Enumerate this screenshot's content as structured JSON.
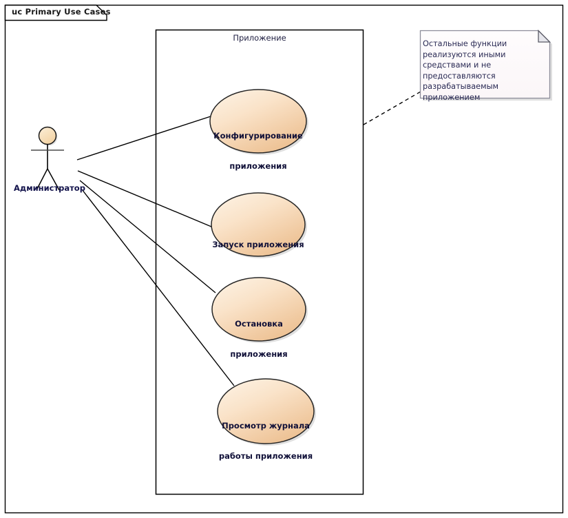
{
  "frame": {
    "label": "uc Primary Use Cases",
    "stereotype": "uc",
    "name": "Primary Use Cases"
  },
  "boundary": {
    "label": "Приложение"
  },
  "actors": [
    {
      "id": "administrator",
      "label": "Администратор",
      "icon": "stick-figure-actor-icon"
    }
  ],
  "use_cases": [
    {
      "id": "configure-application",
      "line1": "Конфигурирование",
      "line2": "приложения",
      "label": "Конфигурирование приложения"
    },
    {
      "id": "start-application",
      "line1": "Запуск приложения",
      "line2": "",
      "label": "Запуск приложения"
    },
    {
      "id": "stop-application",
      "line1": "Остановка",
      "line2": "приложения",
      "label": "Остановка приложения"
    },
    {
      "id": "view-application-log",
      "line1": "Просмотр журнала",
      "line2": "работы приложения",
      "label": "Просмотр журнала работы приложения"
    }
  ],
  "note": {
    "text": "Остальные функции реализуются иными средствами и не предоставляются разрабатываемым приложением",
    "icon": "folded-corner-note-icon"
  },
  "associations": [
    {
      "from": "administrator",
      "to": "configure-application"
    },
    {
      "from": "administrator",
      "to": "start-application"
    },
    {
      "from": "administrator",
      "to": "stop-application"
    },
    {
      "from": "administrator",
      "to": "view-application-log"
    }
  ],
  "note_anchor": {
    "from": "boundary",
    "to": "note",
    "style": "dashed"
  },
  "colors": {
    "frame_border": "#000000",
    "boundary_border": "#000000",
    "usecase_fill_light": "#fdf2e2",
    "usecase_fill_dark": "#edc394",
    "usecase_border": "#262626",
    "actor_head_fill": "#f7dcb4",
    "note_fill": "#fdf9fb",
    "note_border": "#8c8c99",
    "line": "#000000",
    "text": "#11114a",
    "page_background": "#ffffff"
  }
}
